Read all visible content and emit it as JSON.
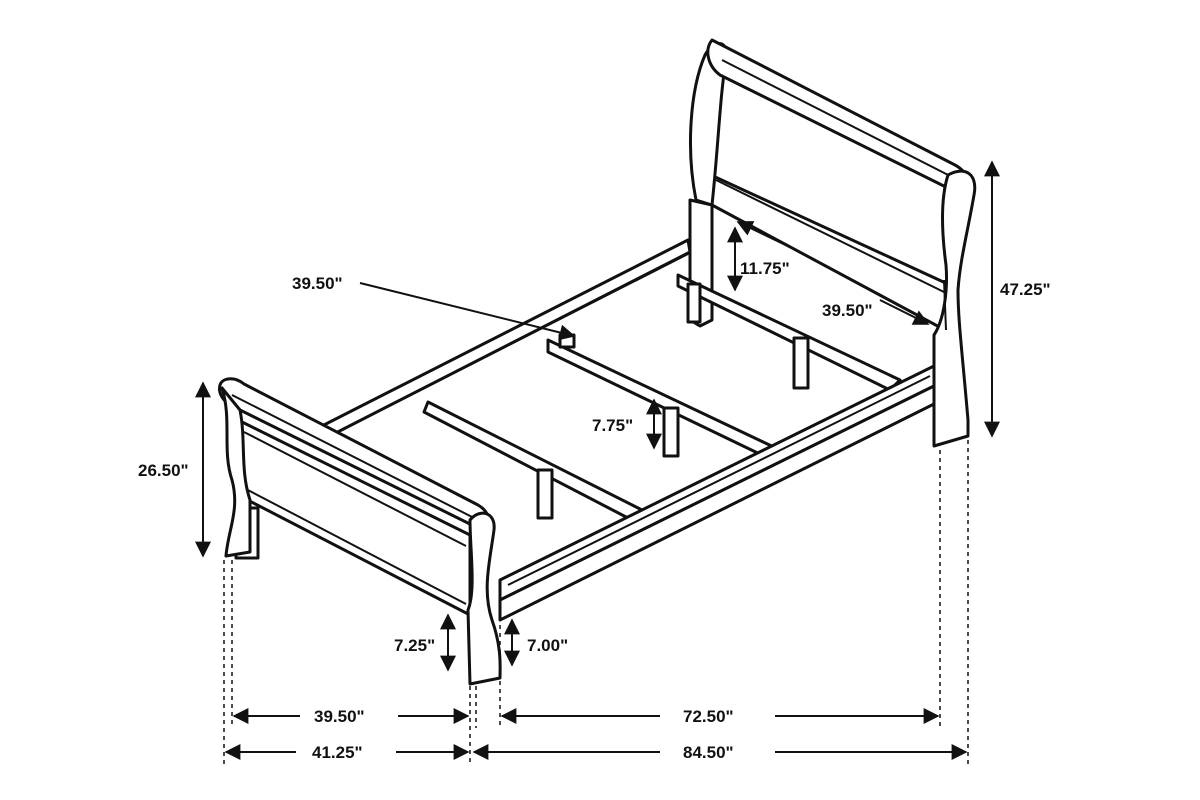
{
  "dimensions": {
    "slat_width": "39.50\"",
    "headboard_panel_height": "11.75\"",
    "headboard_inner_width": "39.50\"",
    "headboard_height": "47.25\"",
    "footboard_height": "26.50\"",
    "slat_clearance": "7.75\"",
    "footboard_clearance": "7.25\"",
    "rail_clearance": "7.00\"",
    "inner_width": "39.50\"",
    "inner_length": "72.50\"",
    "overall_width": "41.25\"",
    "overall_length": "84.50\""
  },
  "colors": {
    "line": "#111111",
    "background": "#ffffff"
  }
}
